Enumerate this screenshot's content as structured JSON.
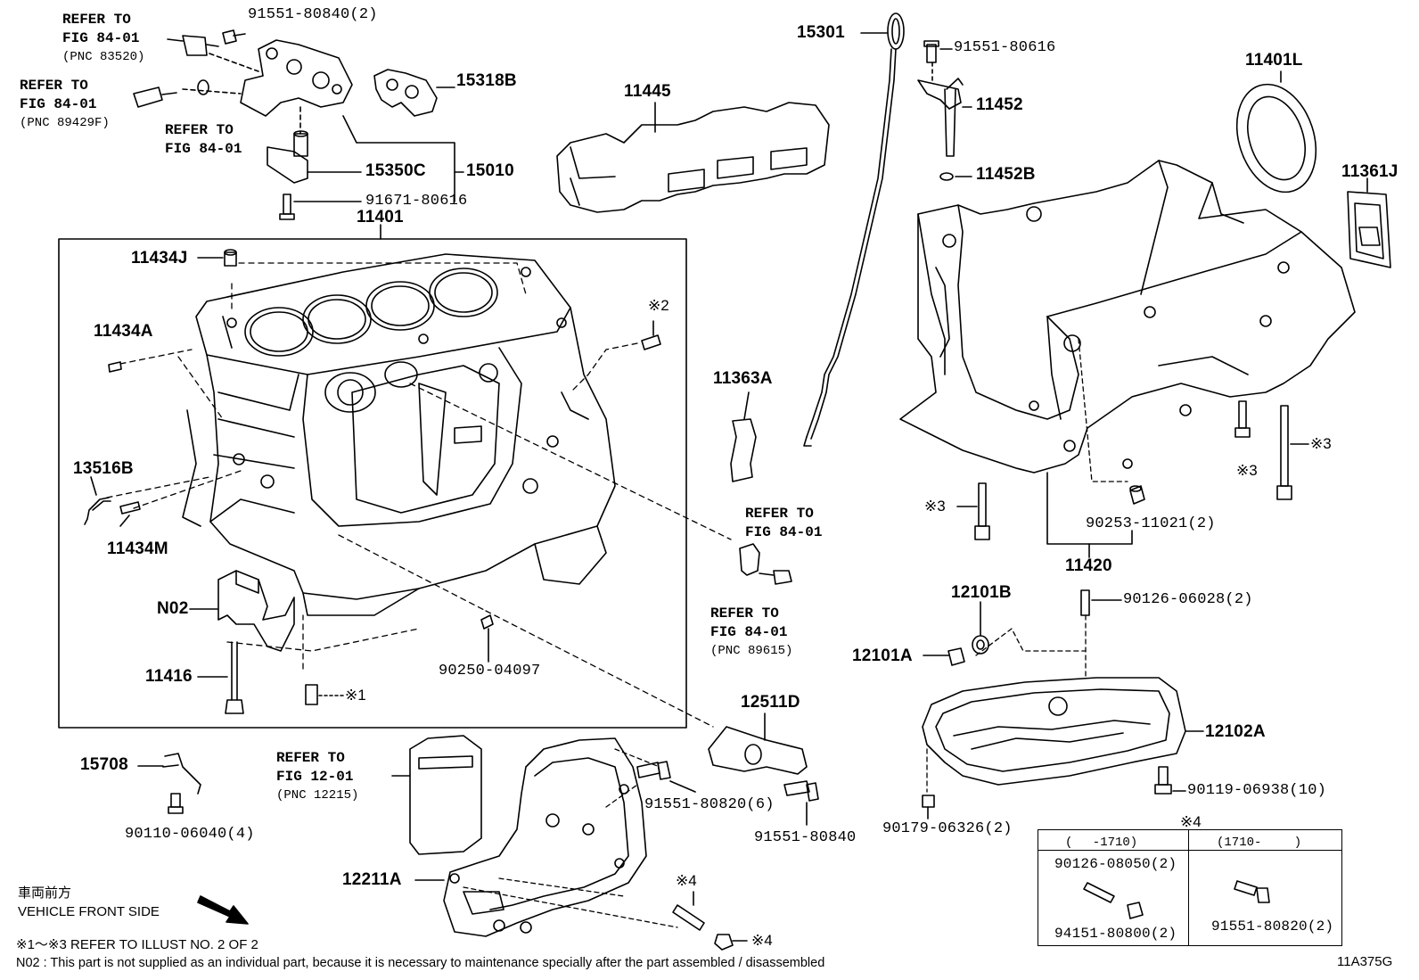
{
  "parts": {
    "p15301": "15301",
    "p91551_80616": "91551-80616",
    "p11452": "11452",
    "p11452B": "11452B",
    "p11401L": "11401L",
    "p11361J": "11361J",
    "p11445": "11445",
    "p91551_80840_2": "91551-80840(2)",
    "p15318B": "15318B",
    "p15350C": "15350C",
    "p15010": "15010",
    "p91671_80616": "91671-80616",
    "p11401": "11401",
    "p11434J": "11434J",
    "p11434A": "11434A",
    "p13516B": "13516B",
    "p11434M": "11434M",
    "pN02": "N02",
    "p11416": "11416",
    "p90250_04097": "90250-04097",
    "p11363A": "11363A",
    "p90253_11021_2": "90253-11021(2)",
    "p11420": "11420",
    "p12101B": "12101B",
    "p12101A": "12101A",
    "p90126_06028_2": "90126-06028(2)",
    "p12102A": "12102A",
    "p90119_06938_10": "90119-06938(10)",
    "p90179_06326_2": "90179-06326(2)",
    "p12511D": "12511D",
    "p91551_80820_6": "91551-80820(6)",
    "p91551_80840": "91551-80840",
    "p15708": "15708",
    "p90110_06040_4": "90110-06040(4)",
    "p12211A": "12211A"
  },
  "refs": {
    "ref_tl_1": "REFER TO",
    "ref_tl_2": "FIG 84-01",
    "ref_tl_3": "(PNC 83520)",
    "ref_ml_1": "REFER TO",
    "ref_ml_2": "FIG 84-01",
    "ref_ml_3": "(PNC 89429F)",
    "ref_c_1": "REFER TO",
    "ref_c_2": "FIG 84-01",
    "ref_knock_top_1": "REFER TO",
    "ref_knock_top_2": "FIG 84-01",
    "ref_knock_bot_1": "REFER TO",
    "ref_knock_bot_2": "FIG 84-01",
    "ref_knock_bot_3": "(PNC 89615)",
    "ref_pump_1": "REFER TO",
    "ref_pump_2": "FIG 12-01",
    "ref_pump_3": "(PNC 12215)"
  },
  "marks": {
    "m2": "※2",
    "m1": "※1",
    "m3a": "※3",
    "m3b": "※3",
    "m3c": "※3",
    "m4a": "※4",
    "m4b": "※4",
    "m4c": "※4"
  },
  "table": {
    "hdr_left": "(　 -1710)",
    "hdr_right": "(1710-　 　)",
    "left_top": "90126-08050(2)",
    "left_bottom": "94151-80800(2)",
    "right_bottom": "91551-80820(2)"
  },
  "footer": {
    "vehicle_jp": "車両前方",
    "vehicle_en": "VEHICLE FRONT SIDE",
    "refer_note": "※1～※3 REFER TO ILLUST NO. 2 OF 2",
    "n02_note": "N02 : This part is not supplied as an individual part, because it is necessary to maintenance specially after the part assembled / disassembled",
    "fig_code": "11A375G"
  }
}
